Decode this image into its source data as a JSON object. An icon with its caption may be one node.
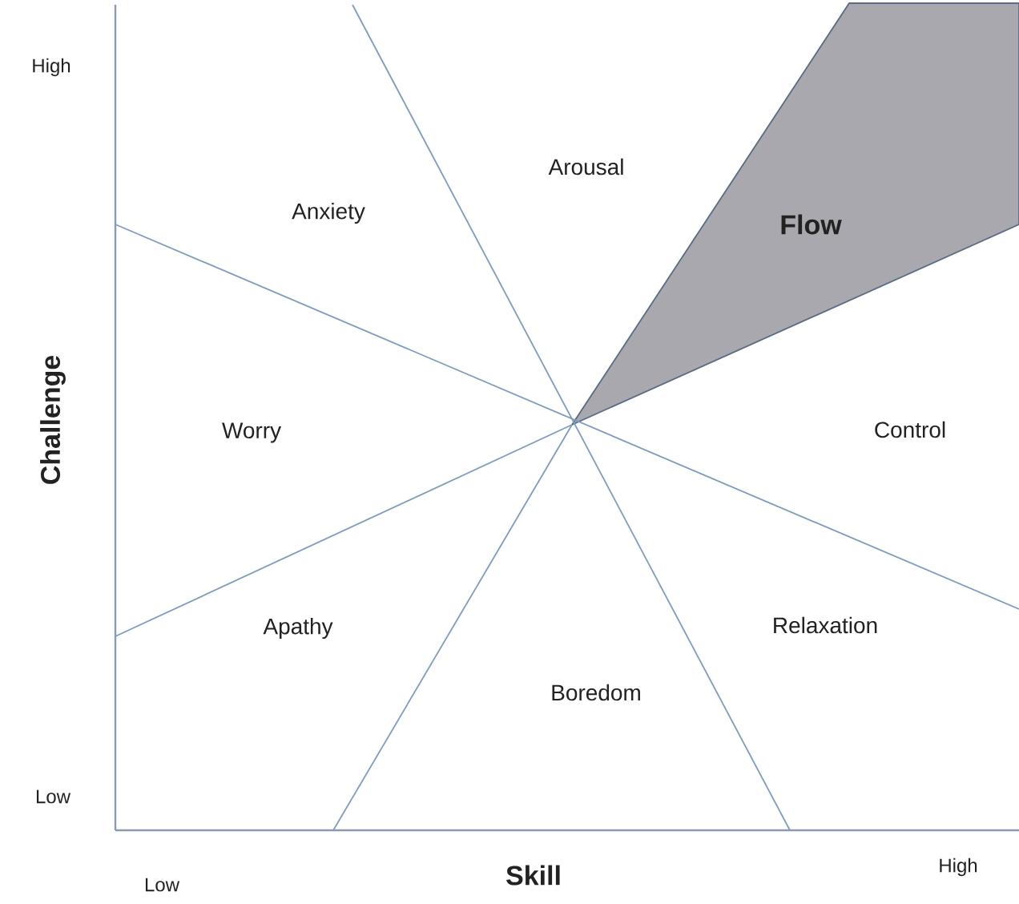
{
  "diagram": {
    "nodes": [
      {
        "text": [
          "Flow"
        ]
      }
    ],
    "labels": [
      "High",
      "Arousal",
      "Anxiety",
      "Challenge",
      "Worry",
      "Control",
      "Apathy",
      "Relaxation",
      "Boredom",
      "Low",
      "Low",
      "Skill",
      "High"
    ]
  }
}
